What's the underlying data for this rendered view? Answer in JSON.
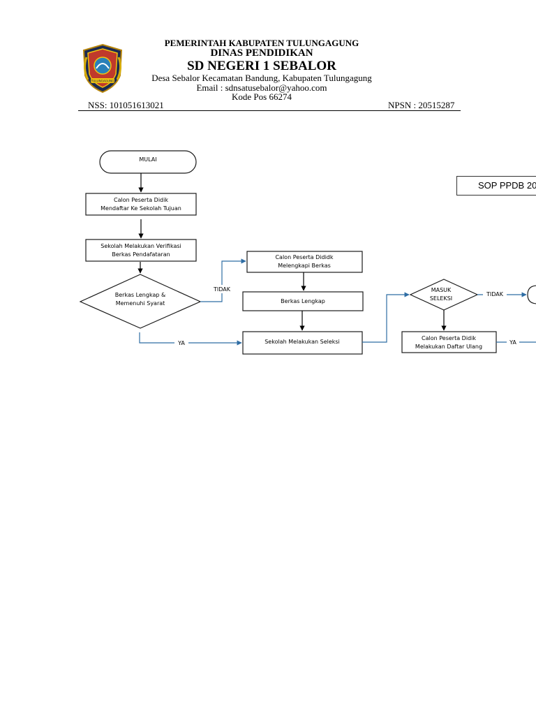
{
  "letterhead": {
    "line1": "PEMERINTAH KABUPATEN TULUNGAGUNG",
    "line2": "DINAS PENDIDIKAN",
    "line3": "SD NEGERI 1 SEBALOR",
    "address": "Desa Sebalor Kecamatan Bandung, Kabupaten Tulungagung",
    "email": "Email : sdnsatusebalor@yahoo.com",
    "postal": "Kode Pos 66274",
    "nss": "NSS: 101051613021",
    "npsn": "NPSN : 20515287"
  },
  "logo": {
    "icon": "tulungagung-crest-icon",
    "text": "TULUNGAGUNG"
  },
  "sop_label": "SOP PPDB 20",
  "flowchart": {
    "start": "MULAI",
    "step1": [
      "Calon Peserta Didik",
      "Mendaftar Ke Sekolah Tujuan"
    ],
    "step2": [
      "Sekolah Melakukan Verifikasi",
      "Berkas Pendafataran"
    ],
    "decision1": [
      "Berkas Lengkap &",
      "Memenuhi Syarat"
    ],
    "step3": [
      "Calon Peserta Dididk",
      "Melengkapi Berkas"
    ],
    "step4": "Berkas Lengkap",
    "step5": "Sekolah Melakukan Seleksi",
    "decision2": [
      "MASUK",
      "SELEKSI"
    ],
    "step6": [
      "Calon Peserta Didik",
      "Melakukan Daftar Ulang"
    ],
    "label_tidak": "TIDAK",
    "label_ya": "YA",
    "label_tidak2": "TIDAK",
    "label_ya2": "YA"
  },
  "colors": {
    "arrow_blue": "#2e6da4",
    "box_border": "#1a1a1a"
  }
}
